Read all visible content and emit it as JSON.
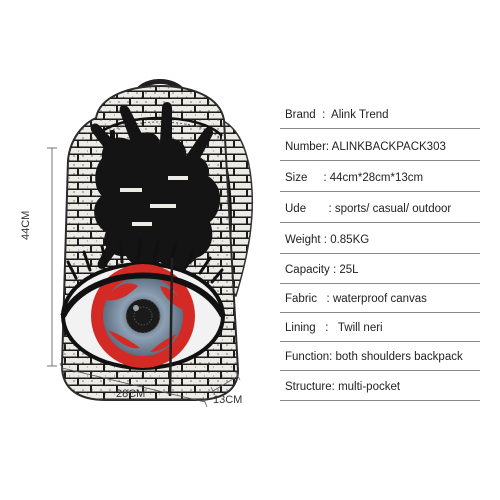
{
  "specs": [
    {
      "label": "Brand",
      "sep": "  :  ",
      "value": "Alink Trend"
    },
    {
      "label": "Number",
      "sep": ": ",
      "value": "ALINKBACKPACK303"
    },
    {
      "label": "Size",
      "sep": "     : ",
      "value": "44cm*28cm*13cm"
    },
    {
      "label": "Ude",
      "sep": "       : ",
      "value": "sports/ casual/ outdoor"
    },
    {
      "label": "Weight",
      "sep": " : ",
      "value": "0.85KG"
    },
    {
      "label": "Capacity",
      "sep": " : ",
      "value": "25L"
    },
    {
      "label": "Fabric",
      "sep": "   : ",
      "value": "waterproof canvas"
    },
    {
      "label": "Lining",
      "sep": "   :   ",
      "value": "Twill neri"
    },
    {
      "label": "Function",
      "sep": ": ",
      "value": "both shoulders backpack"
    },
    {
      "label": "Structure",
      "sep": ": ",
      "value": "multi-pocket"
    }
  ],
  "dimensions": {
    "height": "44CM",
    "width": "28CM",
    "depth": "13CM"
  },
  "colors": {
    "brick_mortar": "#1b1b1b",
    "brick_face": "#ecebe6",
    "iris_red": "#d42a25",
    "iris_blue": "#7f93a8",
    "text": "#222222",
    "rule": "#8a8a8a"
  }
}
